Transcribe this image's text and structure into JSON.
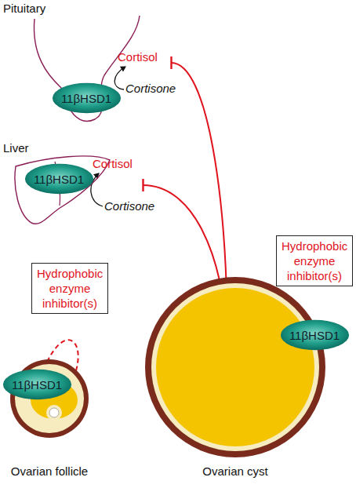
{
  "diagram": {
    "nodes": [
      {
        "text": [
          "Pituitary"
        ]
      },
      {
        "text": [
          "11βHSD1"
        ],
        "in": 0
      },
      {
        "text": [
          "Liver"
        ]
      },
      {
        "text": [
          "11βHSD1"
        ],
        "in": 2
      },
      {
        "text": [
          "Hydrophobic enzyme inhibitor(s)"
        ]
      },
      {
        "text": [
          "Hydrophobic enzyme inhibitor(s)"
        ]
      },
      {
        "text": [
          "Ovarian follicle"
        ]
      },
      {
        "text": [
          "11βHSD1"
        ],
        "in": 6
      },
      {
        "text": [
          "Ovarian cyst"
        ]
      },
      {
        "text": [
          "11βHSD1"
        ],
        "in": 8
      }
    ],
    "edges": [
      {
        "from": 8,
        "to": 1,
        "arrow": "to"
      },
      {
        "from": 8,
        "to": 3,
        "arrow": "to"
      },
      {
        "from": 8,
        "to": 9,
        "arrow": "to"
      },
      {
        "from": 6,
        "to": 7,
        "arrow": "to"
      }
    ],
    "labels": [
      "Cortisol",
      "Cortisone",
      "Cortisol",
      "Cortisone"
    ]
  }
}
